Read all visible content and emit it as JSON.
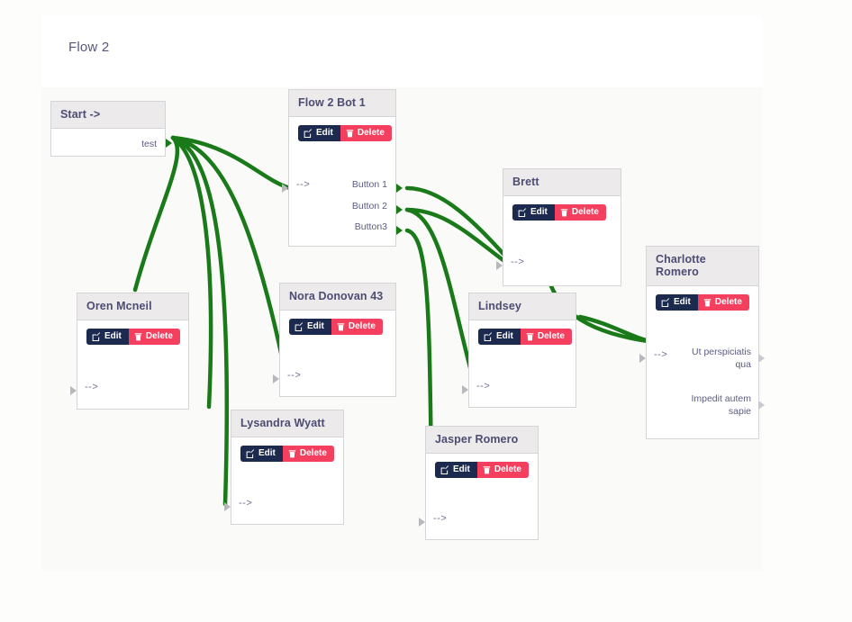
{
  "page": {
    "title": "Flow 2",
    "bg_color": "#fdfdfb",
    "canvas_color": "#fafaf8",
    "edge_color": "#1a7a1a"
  },
  "buttons": {
    "edit_label": "Edit",
    "delete_label": "Delete",
    "edit_color": "#1b2a4e",
    "delete_color": "#f43f5e",
    "edit_icon": "pencil-square-icon",
    "delete_icon": "trash-icon"
  },
  "nodes": [
    {
      "id": "start",
      "title": "Start ->",
      "has_actions": false,
      "inputs": [],
      "outputs": [
        "test"
      ]
    },
    {
      "id": "flow2bot1",
      "title": "Flow 2 Bot 1",
      "has_actions": true,
      "inputs": [
        "-->"
      ],
      "outputs": [
        "Button 1",
        "Button 2",
        "Button3"
      ]
    },
    {
      "id": "oren",
      "title": "Oren Mcneil",
      "has_actions": true,
      "inputs": [
        "-->"
      ],
      "outputs": []
    },
    {
      "id": "nora",
      "title": "Nora Donovan 43",
      "has_actions": true,
      "inputs": [
        "-->"
      ],
      "outputs": []
    },
    {
      "id": "lysandra",
      "title": "Lysandra Wyatt",
      "has_actions": true,
      "inputs": [
        "-->"
      ],
      "outputs": []
    },
    {
      "id": "jasper",
      "title": "Jasper Romero",
      "has_actions": true,
      "inputs": [
        "-->"
      ],
      "outputs": []
    },
    {
      "id": "lindsey",
      "title": "Lindsey",
      "has_actions": true,
      "inputs": [
        "-->"
      ],
      "outputs": []
    },
    {
      "id": "brett",
      "title": "Brett",
      "has_actions": true,
      "inputs": [
        "-->"
      ],
      "outputs": []
    },
    {
      "id": "charlotte",
      "title": "Charlotte Romero",
      "has_actions": true,
      "inputs": [
        "-->"
      ],
      "outputs": [
        "Ut perspiciatis qua",
        "Impedit autem sapie"
      ]
    }
  ]
}
